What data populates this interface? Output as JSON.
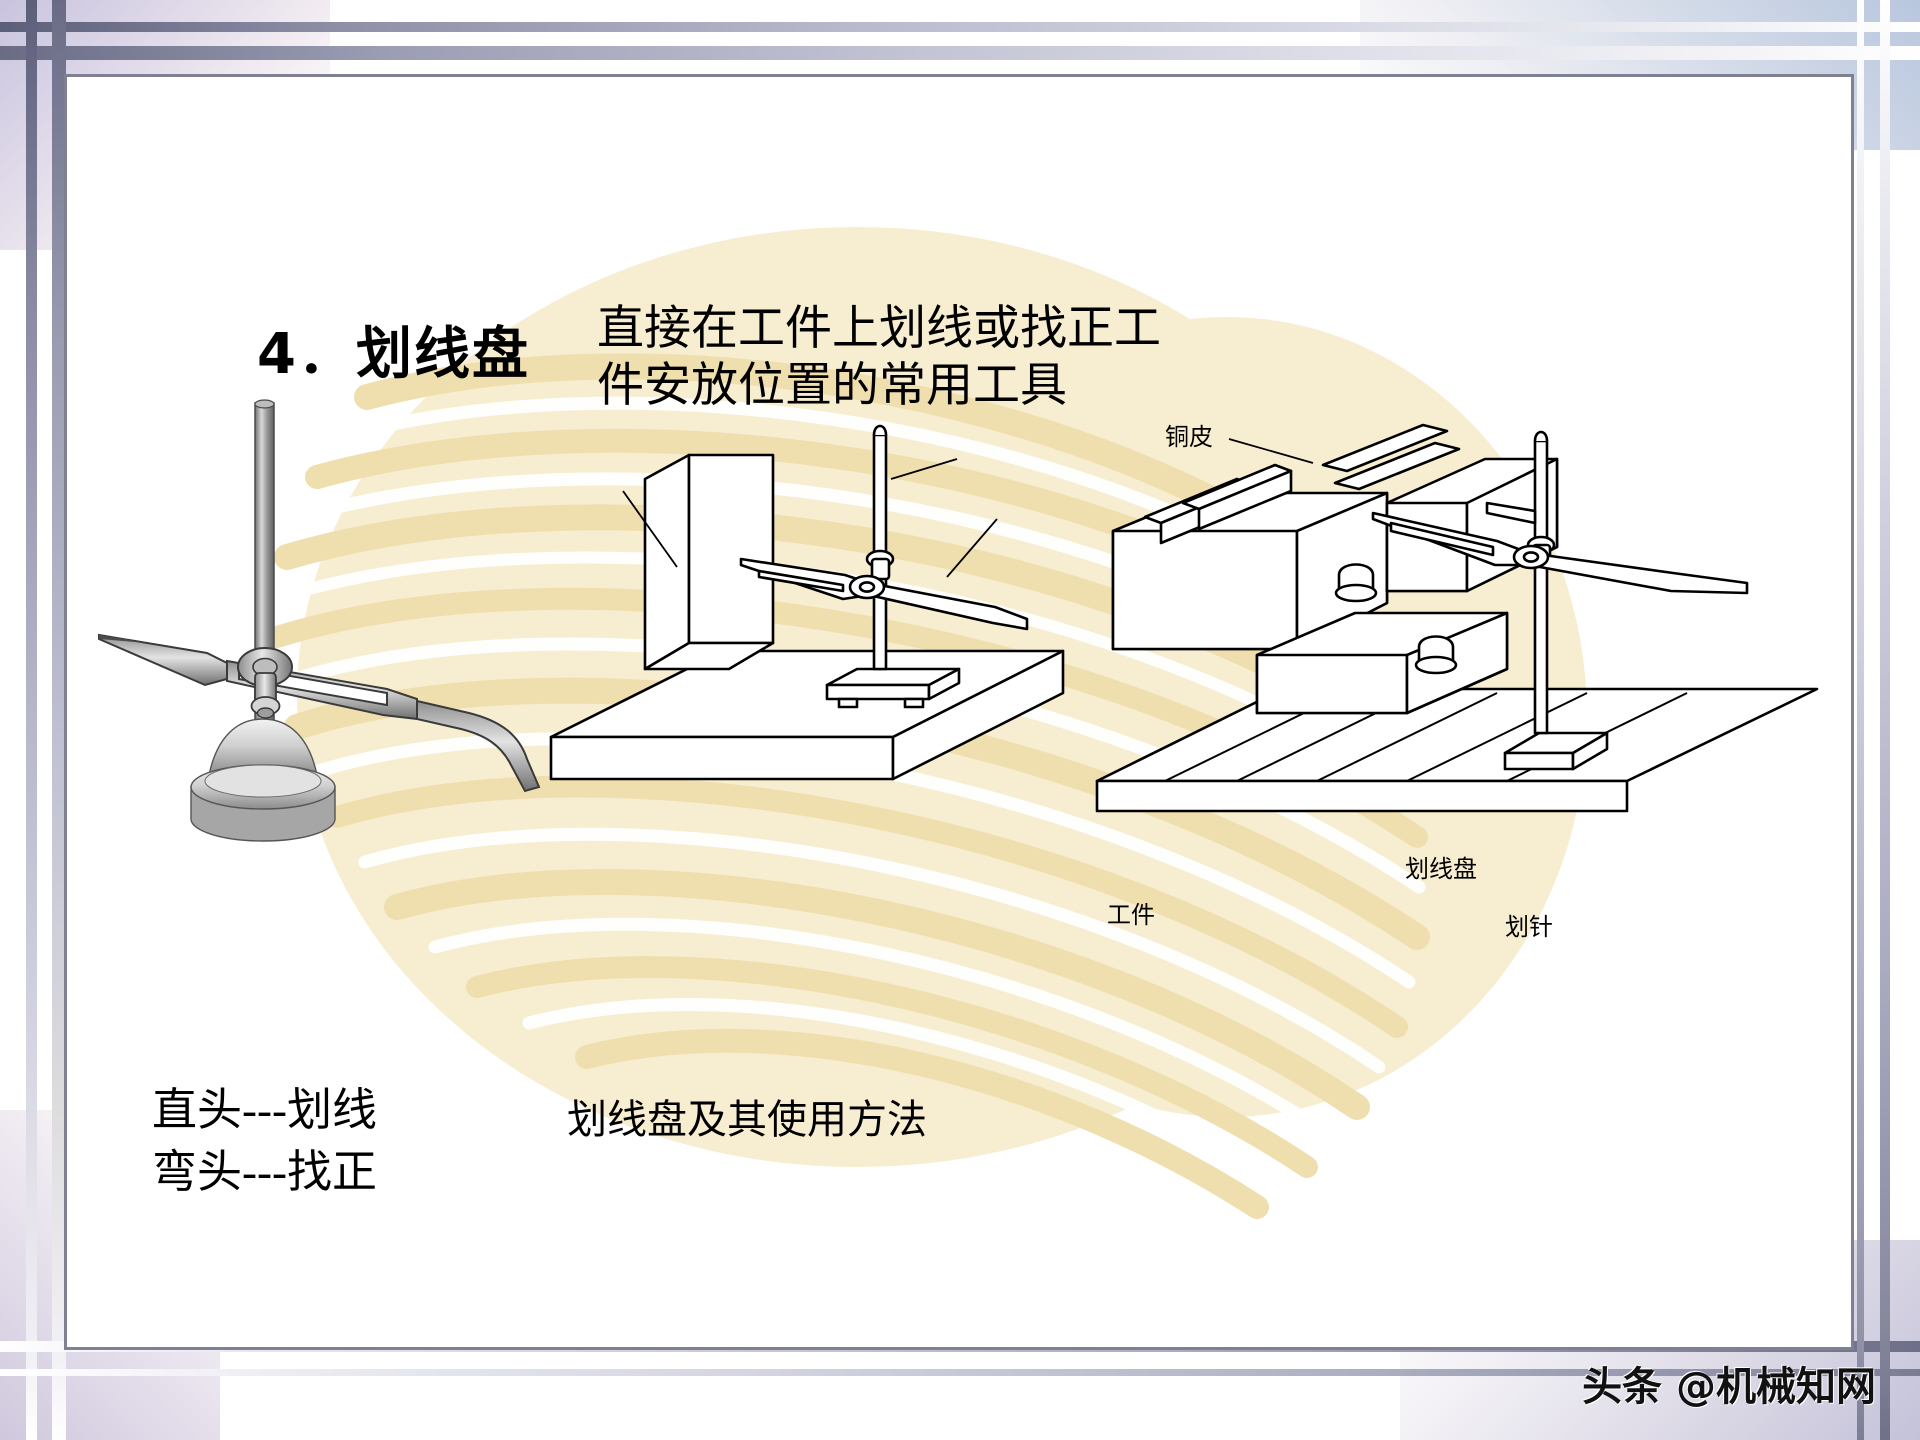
{
  "slide": {
    "title": "4．划线盘",
    "subtitle_lines": [
      "直接在工件上划线或找正工",
      "件安放位置的常用工具"
    ],
    "legend_lines": [
      "直头---划线",
      "弯头---找正"
    ],
    "caption": "划线盘及其使用方法",
    "watermark": "头条 @机械知网"
  },
  "diagram_labels": {
    "workpiece": "工件",
    "scribing_block": "划线盘",
    "scriber_needle": "划针",
    "copper_sheet": "铜皮"
  },
  "colors": {
    "background": "#ffffff",
    "frame_border": "#7f8193",
    "swoosh_gold": "#f3e3b6",
    "swoosh_gold_light": "#f8eed2",
    "ink": "#000000",
    "metal_grey": "#9a9a9a",
    "metal_light": "#d8d8d8",
    "accent_lavender": "#c9c3de"
  },
  "figures": {
    "left": "scribing-block-standalone",
    "middle": "scribing-block-on-surface-plate-with-workpiece",
    "right": "scribing-block-aligning-part-in-vise-with-copper-sheet"
  }
}
